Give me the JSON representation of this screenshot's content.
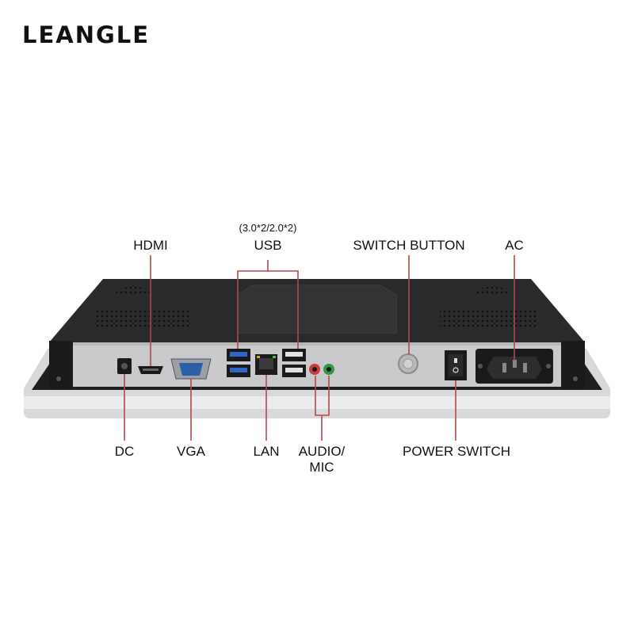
{
  "brand": {
    "logo_text": "LEANGLE"
  },
  "labels": {
    "usb_spec": "(3.0*2/2.0*2)",
    "hdmi": "HDMI",
    "usb": "USB",
    "switch_button": "SWITCH BUTTON",
    "ac": "AC",
    "dc": "DC",
    "vga": "VGA",
    "lan": "LAN",
    "audio_line1": "AUDIO/",
    "audio_line2": "MIC",
    "power_switch": "POWER SWITCH"
  },
  "colors": {
    "callout_line": "#b5454d",
    "chassis": "#2a2a2c",
    "io_panel": "#c9c9cb",
    "usb3_blue": "#2f66c8",
    "audio_red": "#cc3a3a",
    "mic_green": "#2f9a45"
  }
}
